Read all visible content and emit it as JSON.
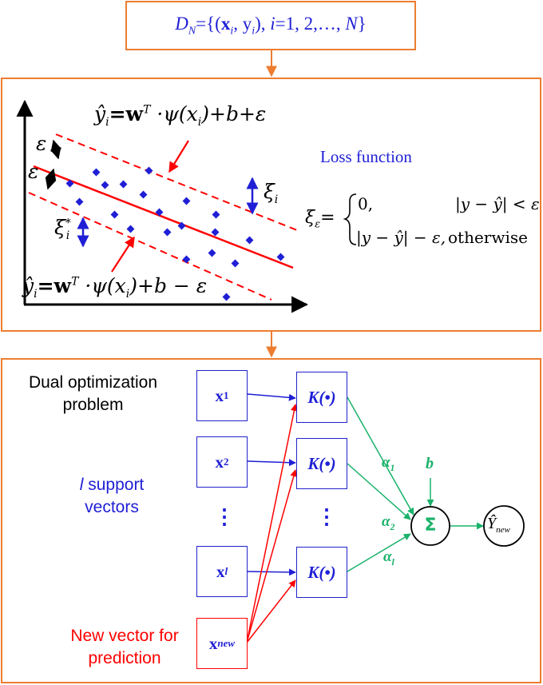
{
  "top_box": {
    "D": "D",
    "N": "N",
    "eq": "={(",
    "x": "x",
    "i1": "i",
    "comma": ", y",
    "i2": "i",
    "close": "), ",
    "i3": "i",
    "range": "=1, 2,…, ",
    "N2": "N",
    "end": "}"
  },
  "regression": {
    "upper_eq": {
      "yhat": "ŷ",
      "i": "i",
      "body": "=w",
      "T": "T",
      "rest": " ·ψ(x",
      "i2": "i",
      "tail": ")+b+ε"
    },
    "lower_eq": {
      "yhat": "ŷ",
      "i": "i",
      "body": "=w",
      "T": "T",
      "rest": " ·ψ(x",
      "i2": "i",
      "tail": ")+b − ε"
    },
    "eps_upper": "ε",
    "eps_lower": "ε",
    "xi": "ξ",
    "xi_sub": "i",
    "xi_star": "ξ",
    "xi_star_sub": "i",
    "xi_star_sup": "*"
  },
  "loss": {
    "title": "Loss function",
    "lhs": "ξ",
    "lhs_sub": "ε",
    "eq": "=",
    "case1_value": "0,",
    "case1_cond": "|y − ŷ| < ε",
    "case2_value": "|y − ŷ| − ε,",
    "case2_cond": "otherwise"
  },
  "dual": {
    "title_line1": "Dual optimization",
    "title_line2": "problem",
    "support_line1_var": "l",
    "support_line1": " support",
    "support_line2": "vectors",
    "new_line1": "New vector for",
    "new_line2": "prediction",
    "x1": "x",
    "x1_sub": "1",
    "x2": "x",
    "x2_sub": "2",
    "xl": "x",
    "xl_sub": "l",
    "xnew": "x",
    "xnew_sub": "new",
    "dots": "⋮",
    "kernel": "K(•)",
    "alpha1": "α",
    "alpha1_sub": "1",
    "alpha2": "α",
    "alpha2_sub": "2",
    "alphal": "α",
    "alphal_sub": "l",
    "bias": "b",
    "sum": "Σ",
    "out": "Ŷ",
    "out_sub": "new"
  },
  "colors": {
    "panel_border": "#ed7d31",
    "blue": "#1f1fd6",
    "red": "#ff0000",
    "green": "#1ab26a"
  }
}
